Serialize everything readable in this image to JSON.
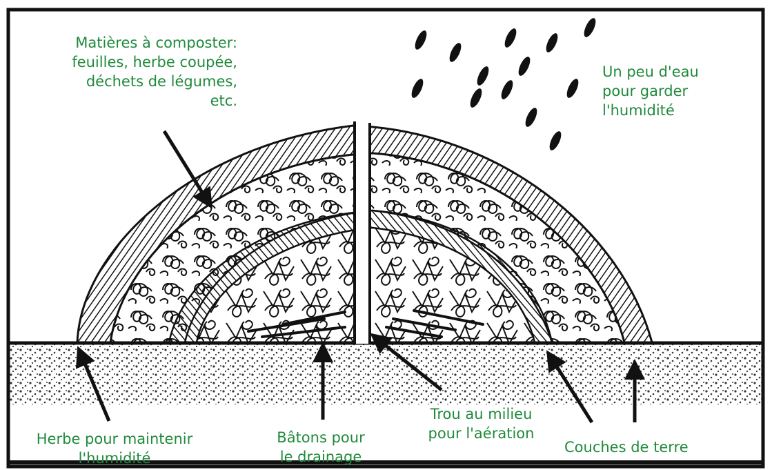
{
  "colors": {
    "label_text": "#1f8a3b",
    "ink": "#111111",
    "background": "#ffffff"
  },
  "labels": {
    "compost_material": {
      "lines": [
        "Matières à composter:",
        "feuilles, herbe coupée,",
        "déchets de légumes,",
        "etc."
      ]
    },
    "water": {
      "lines": [
        "Un peu d'eau",
        "pour garder",
        "l'humidité"
      ]
    },
    "grass_humidity": {
      "lines": [
        "Herbe pour maintenir",
        "l'humidité"
      ]
    },
    "sticks_drainage": {
      "lines": [
        "Bâtons pour",
        "le drainage"
      ]
    },
    "center_hole": {
      "lines": [
        "Trou au milieu",
        "pour l'aération"
      ]
    },
    "soil_layers": {
      "lines": [
        "Couches de terre"
      ]
    }
  }
}
